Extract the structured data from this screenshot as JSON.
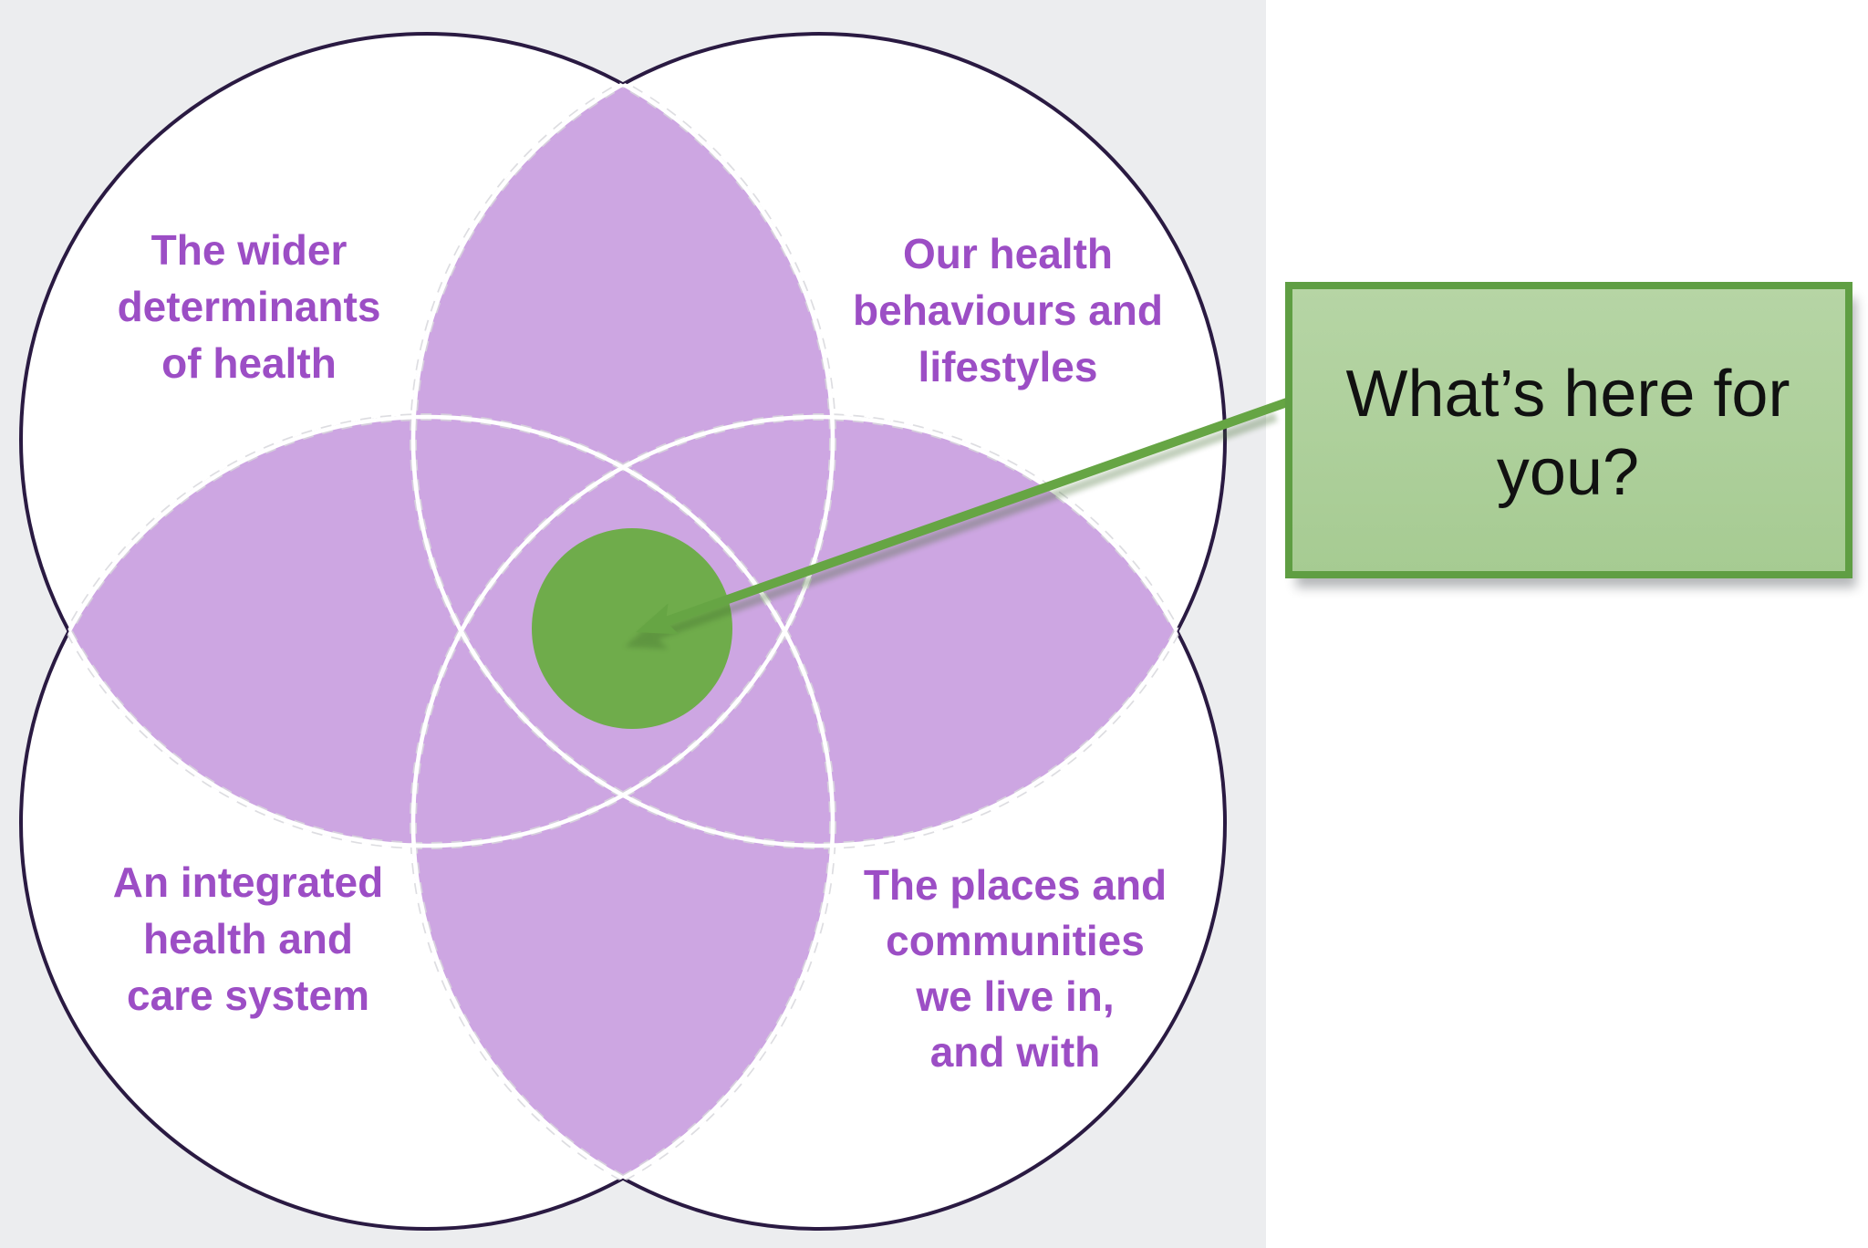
{
  "background": {
    "diagram_bg": "#ECEDEF",
    "page_bg": "#FFFFFF"
  },
  "venn": {
    "outline_color": "#2A1A42",
    "circle_fill": "#FFFFFF",
    "petal_color": "#CDA6E2",
    "petal_edge_color": "#FFFFFF",
    "petal_edge_shadow": "#D8D8DC",
    "label_color": "#9C4EC5",
    "labels": [
      {
        "id": "wider-determinants",
        "lines": [
          "The wider",
          "determinants",
          "of health"
        ]
      },
      {
        "id": "health-behaviours",
        "lines": [
          "Our health",
          "behaviours and",
          "lifestyles"
        ]
      },
      {
        "id": "integrated-care",
        "lines": [
          "An integrated",
          "health and",
          "care system"
        ]
      },
      {
        "id": "places-communities",
        "lines": [
          "The places and",
          "communities",
          "we live in,",
          "and with"
        ]
      }
    ]
  },
  "center": {
    "circle_color": "#6FAC4B"
  },
  "callout": {
    "lines": [
      "What’s here for",
      "you?"
    ],
    "text_color": "#111111",
    "border_color": "#5F9E43",
    "fill_top": "#B6D5A5",
    "fill_bottom": "#A6CB92",
    "connector_color": "#66A544"
  }
}
